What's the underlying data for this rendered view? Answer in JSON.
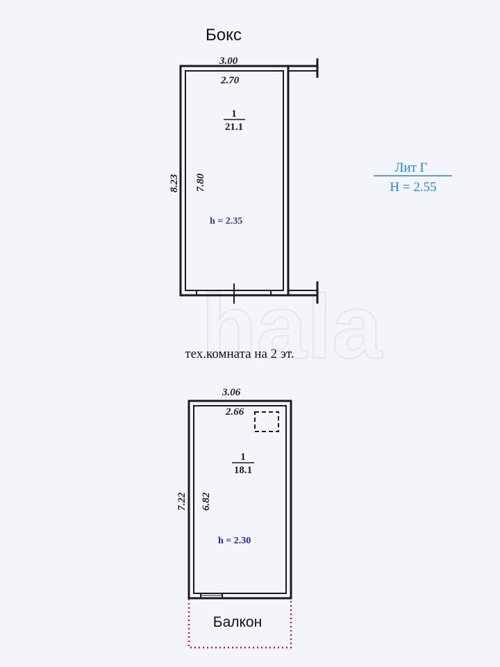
{
  "colors": {
    "ink": "#1a1a1a",
    "blue_note": "#2c3fa8",
    "lit_blue": "#2b84c9",
    "balcony_red": "#d41a2a",
    "paper": "#f3f5fa"
  },
  "box": {
    "title": "Бокс",
    "outer_width": "3.00",
    "inner_width": "2.70",
    "outer_length": "8.23",
    "inner_length": "7.80",
    "room_number": "1",
    "room_area": "21.1",
    "ceiling_height": "h = 2.35"
  },
  "lit_label": {
    "name": "Лит Г",
    "height": "H = 2.55"
  },
  "tech_room": {
    "title": "тех.комната на 2 эт.",
    "outer_width": "3.06",
    "inner_width": "2.66",
    "outer_length": "7.22",
    "inner_length": "6.82",
    "room_number": "1",
    "room_area": "18.1",
    "ceiling_height": "h = 2.30",
    "balcony": "Балкон"
  }
}
